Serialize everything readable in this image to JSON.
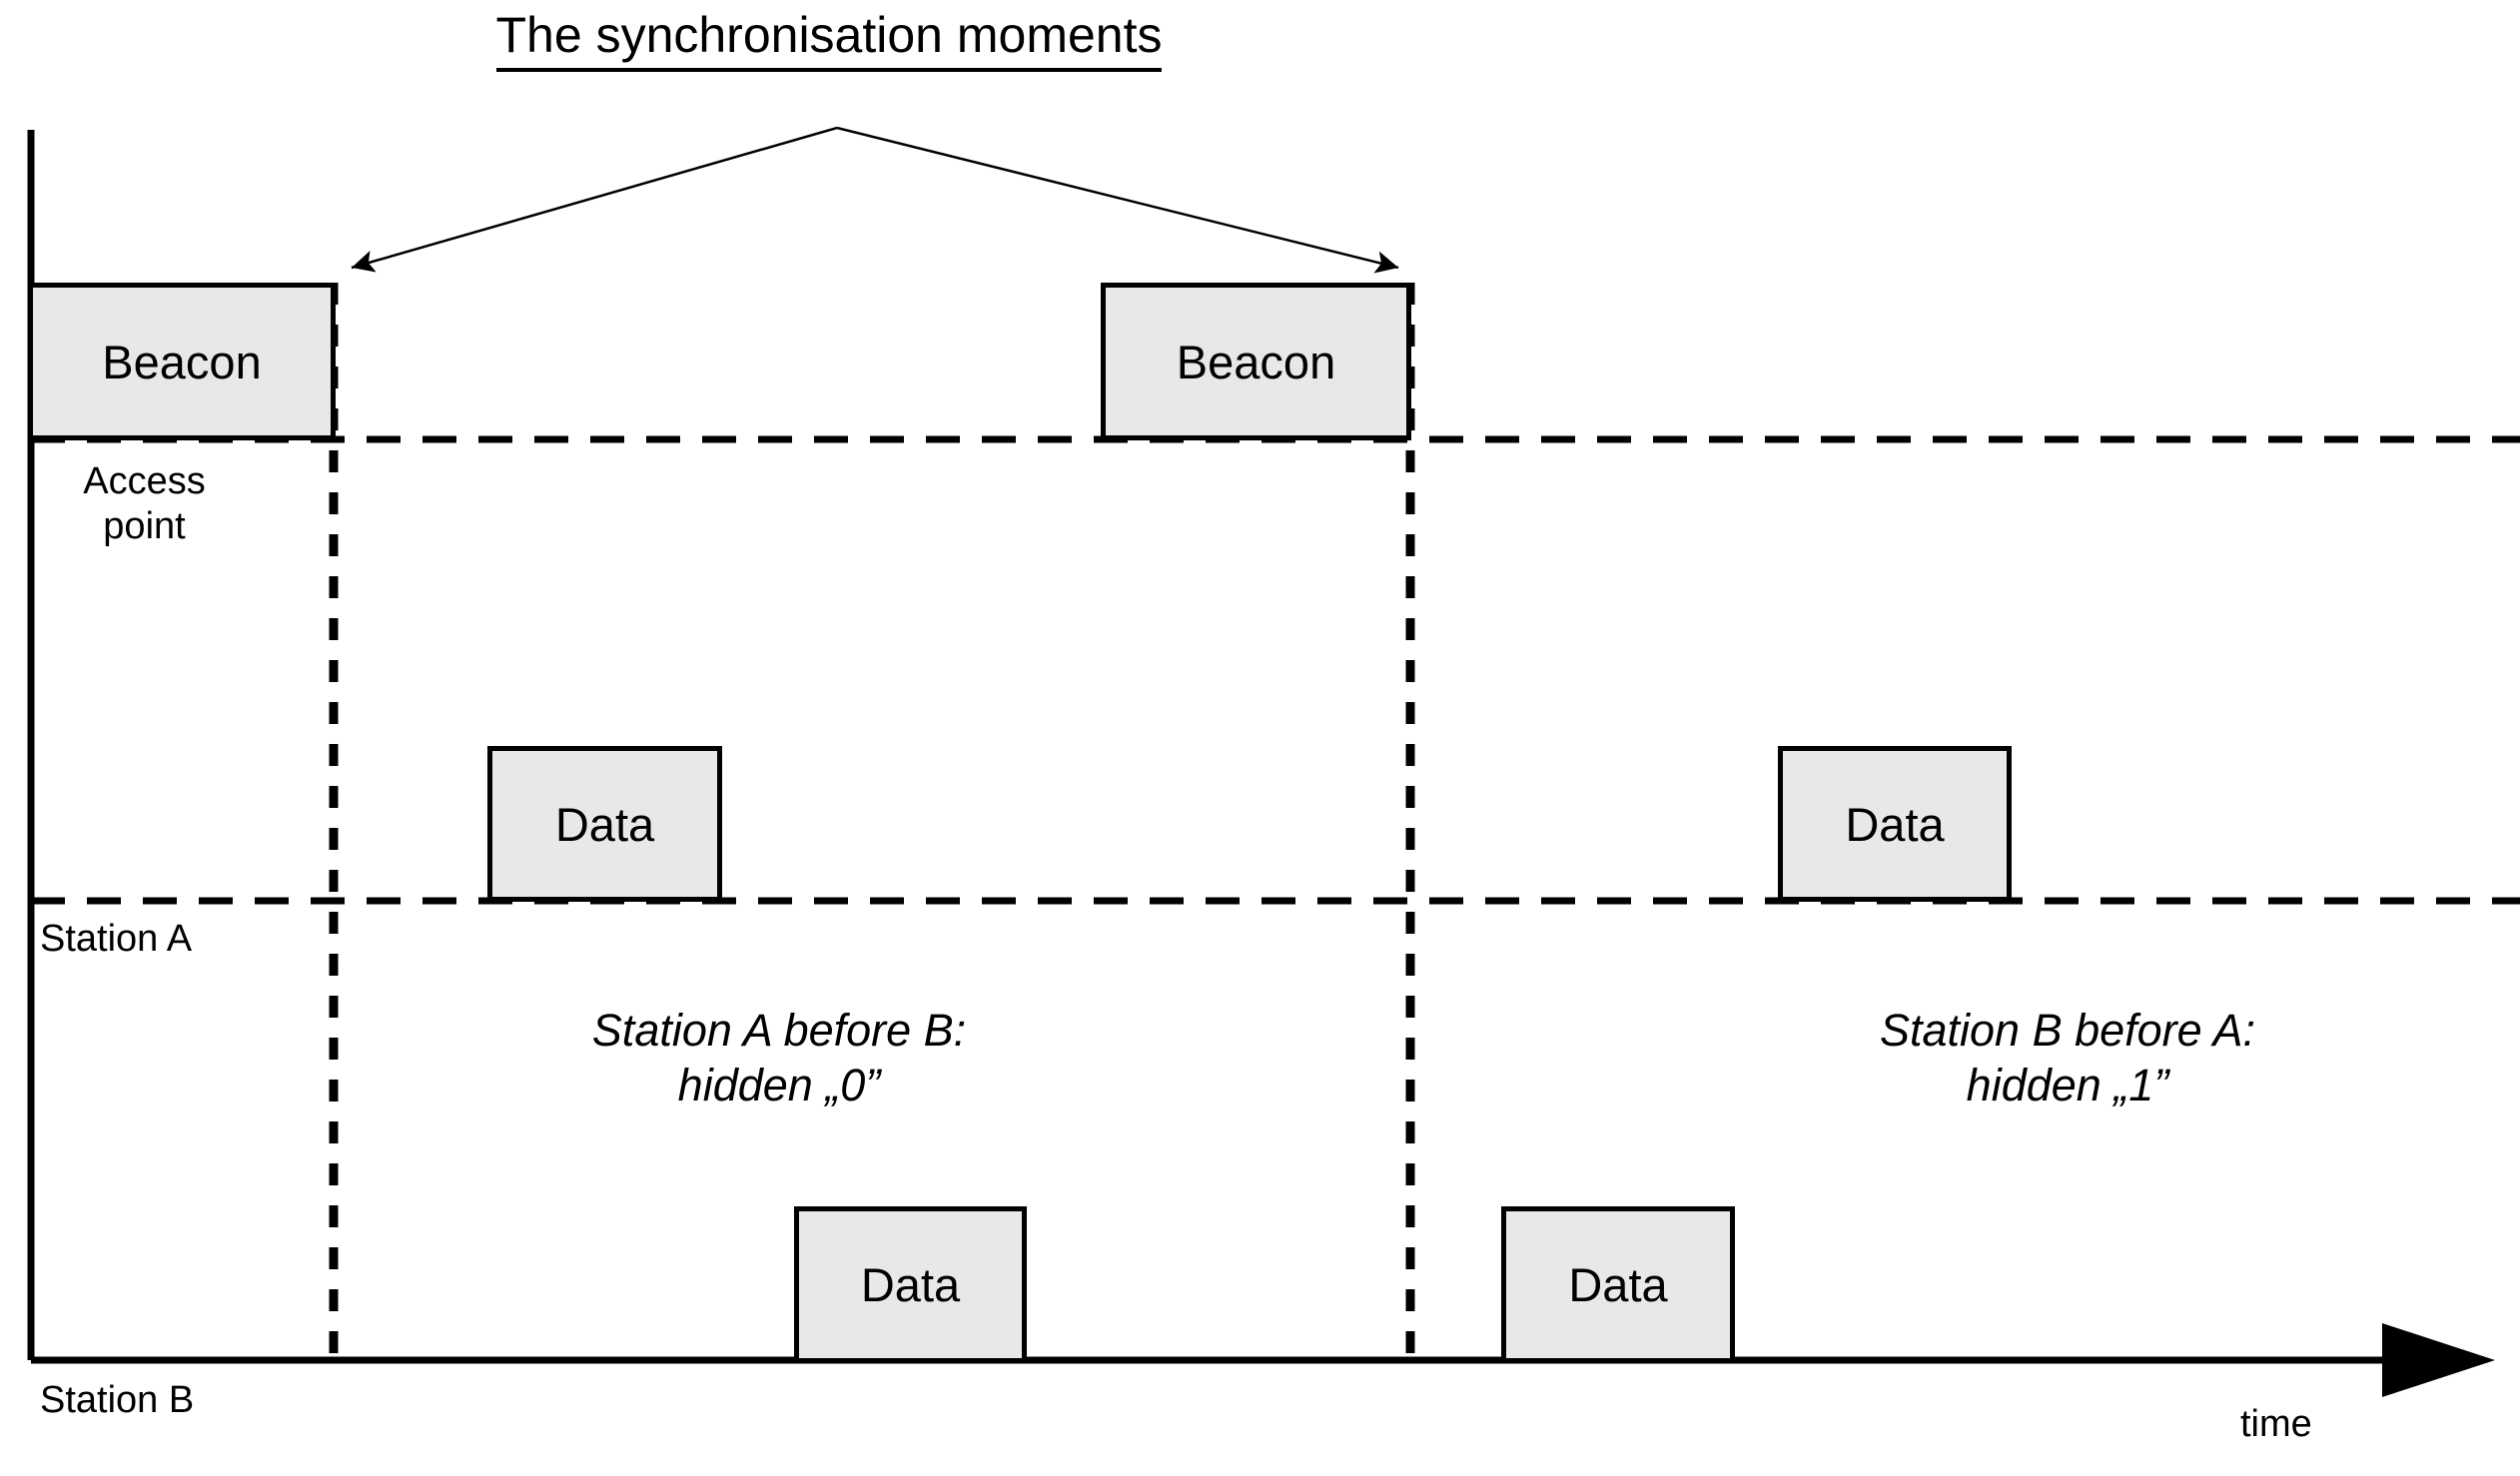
{
  "title": {
    "text": "The synchronisation moments"
  },
  "axes": {
    "x_axis_label": "time",
    "arrow_icon": "right-arrow-icon"
  },
  "lanes": [
    {
      "id": "access-point",
      "label_line1": "Access",
      "label_line2": "point",
      "label_full": "Access point"
    },
    {
      "id": "station-a",
      "label_line1": "Station A",
      "label_line2": "",
      "label_full": "Station A"
    },
    {
      "id": "station-b",
      "label_line1": "Station B",
      "label_line2": "",
      "label_full": "Station B"
    }
  ],
  "frames": {
    "beacon_label": "Beacon",
    "data_label": "Data",
    "beacons": [
      {
        "lane": "access-point",
        "label": "Beacon"
      },
      {
        "lane": "access-point",
        "label": "Beacon"
      }
    ],
    "data_station_a": [
      {
        "lane": "station-a",
        "label": "Data"
      },
      {
        "lane": "station-a",
        "label": "Data"
      }
    ],
    "data_station_b": [
      {
        "lane": "station-b",
        "label": "Data"
      },
      {
        "lane": "station-b",
        "label": "Data"
      }
    ]
  },
  "annotations": [
    {
      "id": "interval-left",
      "line1": "Station A before B:",
      "line2": "hidden „0”"
    },
    {
      "id": "interval-right",
      "line1": "Station B before A:",
      "line2": "hidden „1”"
    }
  ],
  "callout": {
    "description": "double-headed arrow pointing to the two beacon end moments",
    "icon": "double-arrow-callout-icon"
  },
  "colors": {
    "stroke": "#000000",
    "frame_fill": "#e8e8e8",
    "background": "#ffffff"
  }
}
